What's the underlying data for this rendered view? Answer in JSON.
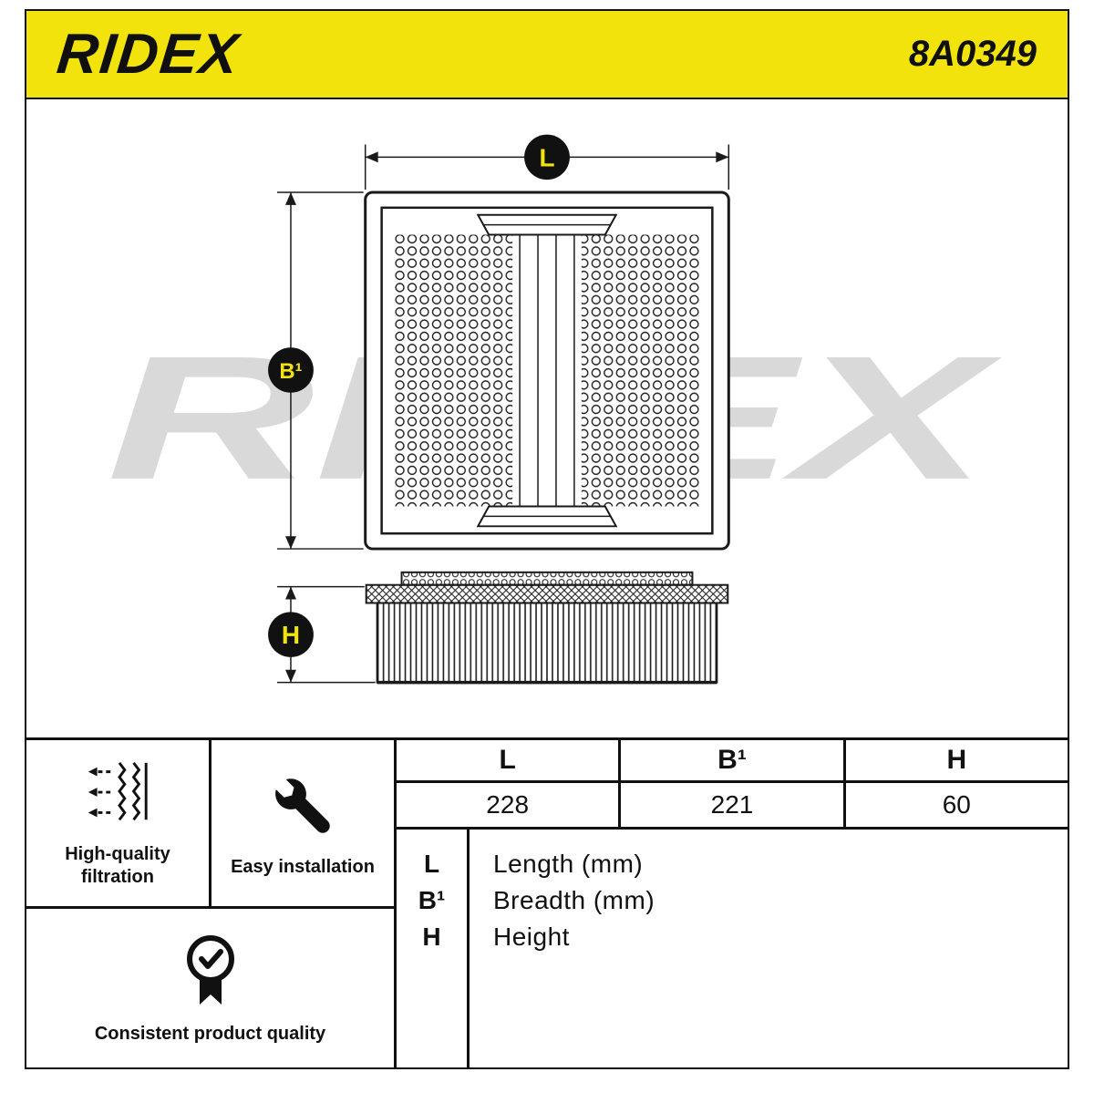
{
  "header": {
    "brand": "RIDEX",
    "part_number": "8A0349"
  },
  "watermark": "RIDEX",
  "diagram": {
    "dim_length_label": "L",
    "dim_breadth_label": "B¹",
    "dim_height_label": "H"
  },
  "features": {
    "filtration": "High-quality filtration",
    "installation": "Easy installation",
    "quality": "Consistent product quality"
  },
  "spec_table": {
    "headers": [
      "L",
      "B¹",
      "H"
    ],
    "values": [
      "228",
      "221",
      "60"
    ]
  },
  "legend": {
    "rows": [
      {
        "symbol": "L",
        "description": "Length (mm)"
      },
      {
        "symbol": "B¹",
        "description": "Breadth (mm)"
      },
      {
        "symbol": "H",
        "description": "Height"
      }
    ]
  },
  "colors": {
    "brand_yellow": "#f2e30c",
    "watermark_gray": "#d9d9d9"
  }
}
